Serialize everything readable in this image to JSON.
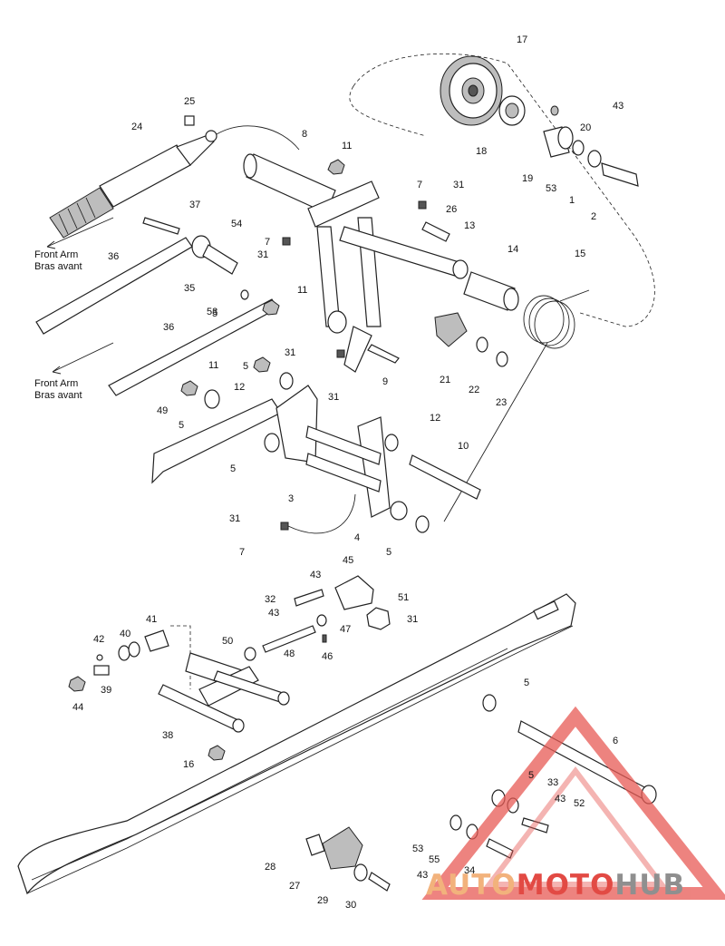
{
  "diagram": {
    "callouts": [
      "1",
      "2",
      "3",
      "4",
      "5",
      "5",
      "5",
      "5",
      "5",
      "5",
      "5",
      "6",
      "7",
      "7",
      "7",
      "8",
      "9",
      "10",
      "11",
      "11",
      "11",
      "12",
      "12",
      "13",
      "14",
      "15",
      "16",
      "17",
      "18",
      "19",
      "20",
      "21",
      "22",
      "23",
      "24",
      "25",
      "26",
      "27",
      "28",
      "29",
      "30",
      "31",
      "31",
      "31",
      "31",
      "31",
      "31",
      "32",
      "33",
      "34",
      "35",
      "36",
      "36",
      "37",
      "38",
      "39",
      "40",
      "41",
      "42",
      "43",
      "43",
      "43",
      "43",
      "43",
      "44",
      "45",
      "46",
      "47",
      "48",
      "49",
      "50",
      "51",
      "52",
      "53",
      "53",
      "53",
      "54",
      "55"
    ],
    "notes": {
      "front_arm_top_line1": "Front Arm",
      "front_arm_top_line2": "Bras avant",
      "front_arm_mid_line1": "Front Arm",
      "front_arm_mid_line2": "Bras avant"
    }
  },
  "watermark": {
    "part1": "AUTO",
    "part2": "MOTO",
    "part3": "HUB",
    "colors": {
      "auto": "#f2b27c",
      "moto": "#e24a44",
      "hub": "#8f8f8f",
      "triangle": "#e85a55"
    }
  }
}
